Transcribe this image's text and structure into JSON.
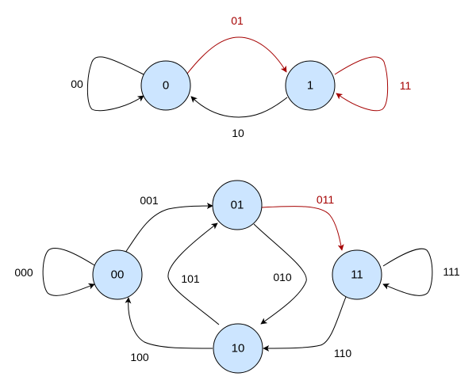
{
  "colors": {
    "node_fill": "#cce5ff",
    "edge_default": "#000000",
    "edge_highlight": "#a50000"
  },
  "diagram1": {
    "nodes": {
      "n0": "0",
      "n1": "1"
    },
    "edges": {
      "e00": {
        "label": "00",
        "highlight": false
      },
      "e01": {
        "label": "01",
        "highlight": true
      },
      "e11": {
        "label": "11",
        "highlight": true
      },
      "e10": {
        "label": "10",
        "highlight": false
      }
    }
  },
  "diagram2": {
    "nodes": {
      "n00": "00",
      "n01": "01",
      "n10": "10",
      "n11": "11"
    },
    "edges": {
      "e000": {
        "label": "000",
        "highlight": false
      },
      "e001": {
        "label": "001",
        "highlight": false
      },
      "e011": {
        "label": "011",
        "highlight": true
      },
      "e111": {
        "label": "111",
        "highlight": false
      },
      "e010": {
        "label": "010",
        "highlight": false
      },
      "e101": {
        "label": "101",
        "highlight": false
      },
      "e100": {
        "label": "100",
        "highlight": false
      },
      "e110": {
        "label": "110",
        "highlight": false
      }
    }
  }
}
